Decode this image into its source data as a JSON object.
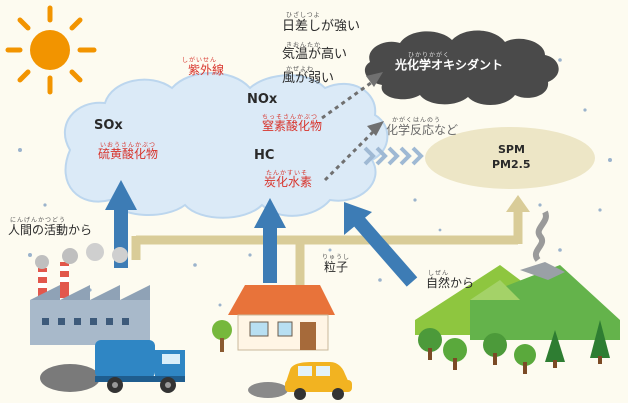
{
  "sun_label": {
    "text": "紫外線",
    "ruby": "しがいせん"
  },
  "weather": [
    {
      "text": "日差しが強い",
      "ruby": "ひざしつよ"
    },
    {
      "text": "気温が高い",
      "ruby": "きおんたか"
    },
    {
      "text": "風が弱い",
      "ruby": "かぜよわ"
    }
  ],
  "oxidant": {
    "text": "光化学オキシダント",
    "ruby": "ひかりかがく"
  },
  "sox": {
    "head": "SOx",
    "text": "硫黄酸化物",
    "ruby": "いおうさんかぶつ"
  },
  "nox": {
    "head": "NOx",
    "text": "窒素酸化物",
    "ruby": "ちっそさんかぶつ"
  },
  "hc": {
    "head": "HC",
    "text": "炭化水素",
    "ruby": "たんかすいそ"
  },
  "reaction": {
    "text": "化学反応など",
    "ruby": "かがくはんのう"
  },
  "spm": {
    "line1": "SPM",
    "line2": "PM2.5"
  },
  "human": {
    "text": "人間の活動から",
    "ruby": "にんげんかつどう"
  },
  "particle": {
    "text": "粒子",
    "ruby": "りゅうし"
  },
  "nature": {
    "text": "自然から",
    "ruby": "しぜん"
  },
  "colors": {
    "sky": "#fdfbf0",
    "cloud": "#dbeaf7",
    "arrow_blue": "#3d7cb5",
    "arrow_beige": "#d9cc98",
    "oxidant": "#4a4a4a",
    "red_text": "#d8342c"
  }
}
